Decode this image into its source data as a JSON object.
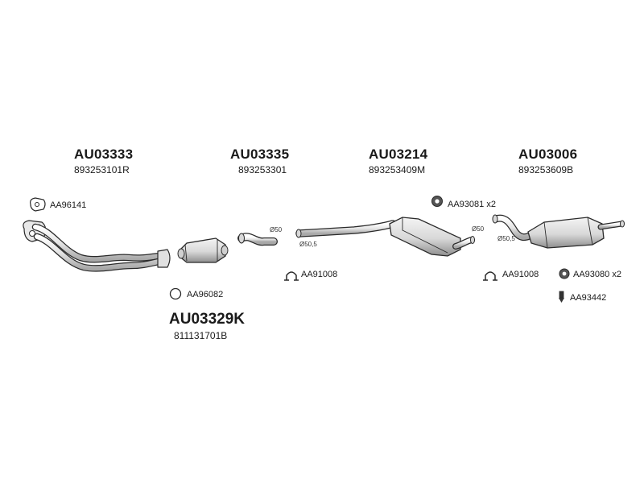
{
  "assemblies": [
    {
      "code": "AU03333",
      "oem": "893253101R"
    },
    {
      "code": "AU03335",
      "oem": "893253301"
    },
    {
      "code": "AU03214",
      "oem": "893253409M"
    },
    {
      "code": "AU03006",
      "oem": "893253609B"
    }
  ],
  "kit": {
    "code": "AU03329K",
    "oem": "811131701B"
  },
  "parts": {
    "gasket_front": "AA96141",
    "ring": "AA96082",
    "clamp_mid": "AA91008",
    "bolt_mid": "AA93081 x2",
    "clamp_rear": "AA91008",
    "bolt_rear": "AA93080 x2",
    "hanger": "AA93442"
  },
  "dimensions": {
    "d1": "Ø50",
    "d2": "Ø50,5",
    "d3": "Ø50",
    "d4": "Ø50,5"
  },
  "colors": {
    "line": "#2a2a2a",
    "metal": "#e6e6e6",
    "metal_dark": "#9a9a9a"
  }
}
